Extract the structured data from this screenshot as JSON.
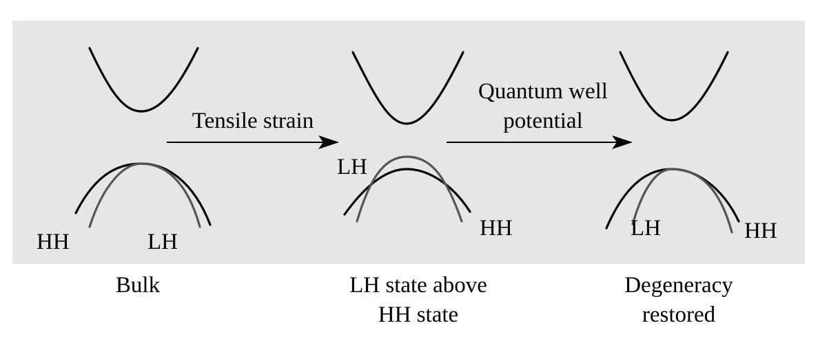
{
  "panels": [
    {
      "caption_lines": [
        "Bulk"
      ],
      "hh_label": "HH",
      "lh_label": "LH"
    },
    {
      "caption_lines": [
        "LH state above",
        "HH state"
      ],
      "hh_label": "HH",
      "lh_label": "LH"
    },
    {
      "caption_lines": [
        "Degeneracy",
        "restored"
      ],
      "hh_label": "HH",
      "lh_label": "LH"
    }
  ],
  "arrows": [
    {
      "label_lines": [
        "Tensile strain"
      ]
    },
    {
      "label_lines": [
        "Quantum well",
        "potential"
      ]
    }
  ],
  "colors": {
    "panel_background": "#e6e6e6",
    "hh_band": "#000000",
    "lh_band": "#555555",
    "conduction_band": "#000000"
  }
}
